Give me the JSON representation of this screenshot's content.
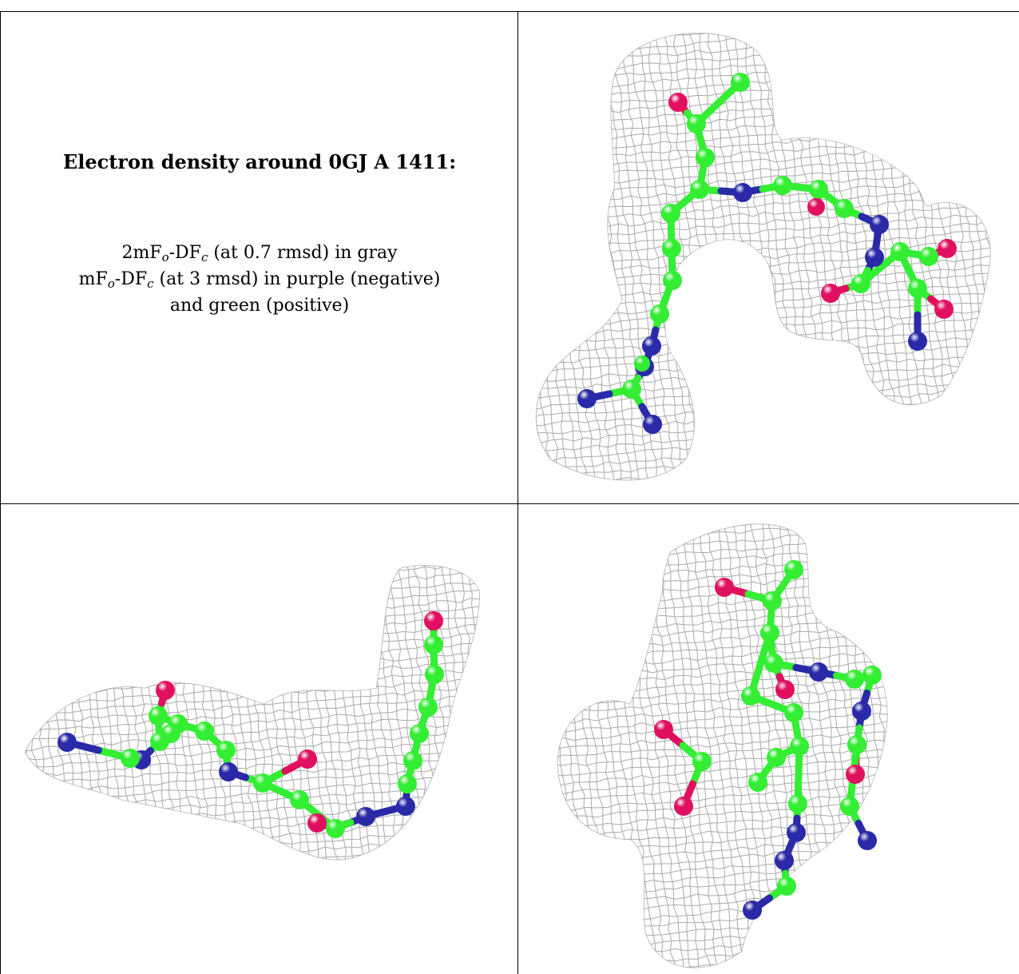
{
  "caption": {
    "title": "Electron density around 0GJ A 1411:",
    "line1": {
      "pre": "2mF",
      "sub1": "o",
      "mid": "-DF",
      "sub2": "c",
      "post": " (at 0.7 rmsd) in gray"
    },
    "line2": {
      "pre": "mF",
      "sub1": "o",
      "mid": "-DF",
      "sub2": "c",
      "post": " (at 3 rmsd) in purple (negative)"
    },
    "line3": "and green (positive)"
  },
  "colors": {
    "mesh": "#a9a9a9",
    "carbon": "#33ee33",
    "nitrogen": "#2a2aa8",
    "oxygen": "#e01060",
    "border": "#000000"
  },
  "views": [
    {
      "name": "view-top-right",
      "icon": "electron-density-view"
    },
    {
      "name": "view-bottom-left",
      "icon": "electron-density-view"
    },
    {
      "name": "view-bottom-right",
      "icon": "electron-density-view"
    }
  ]
}
